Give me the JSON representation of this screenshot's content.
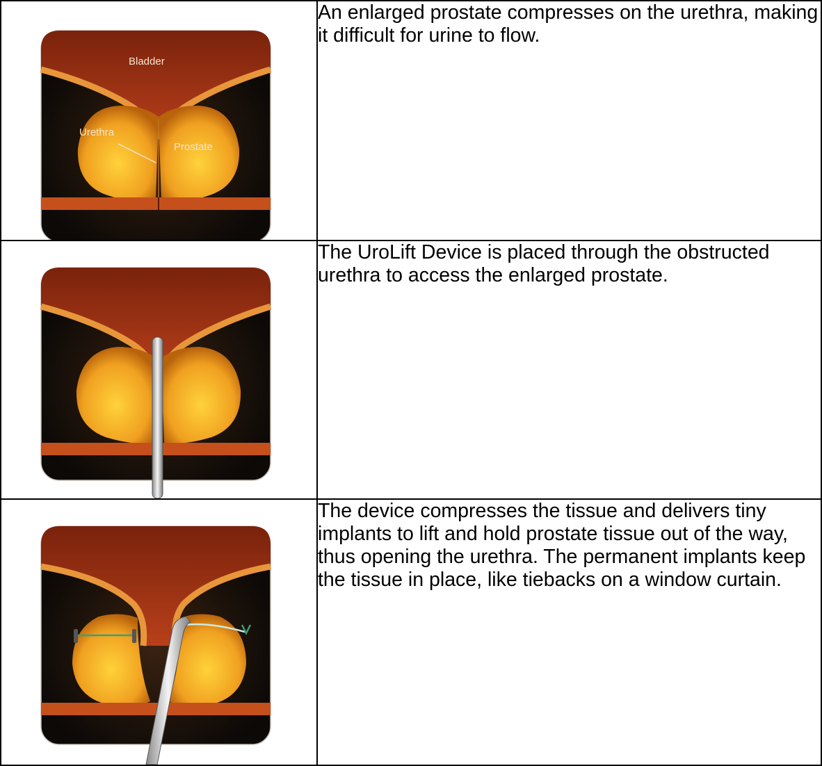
{
  "rows": [
    {
      "image": {
        "labels": {
          "bladder": "Bladder",
          "urethra": "Urethra",
          "prostate": "Prostate"
        }
      },
      "description": "An enlarged prostate compresses on the urethra, making it difficult for urine to flow."
    },
    {
      "image": {},
      "description": "The UroLift Device is placed through the obstructed urethra to access the enlarged prostate."
    },
    {
      "image": {},
      "description": "The device compresses the tissue and delivers tiny implants to lift and hold prostate tissue out of the way, thus opening the urethra. The permanent implants keep the tissue in place, like tiebacks on a window curtain."
    }
  ],
  "colors": {
    "bladder": "#9a2c10",
    "frame_dark": "#0e0a08",
    "prostate": "#f2a020",
    "band": "#c5501c",
    "device": "#d8d8d8",
    "implant_green": "#3aa07a"
  }
}
